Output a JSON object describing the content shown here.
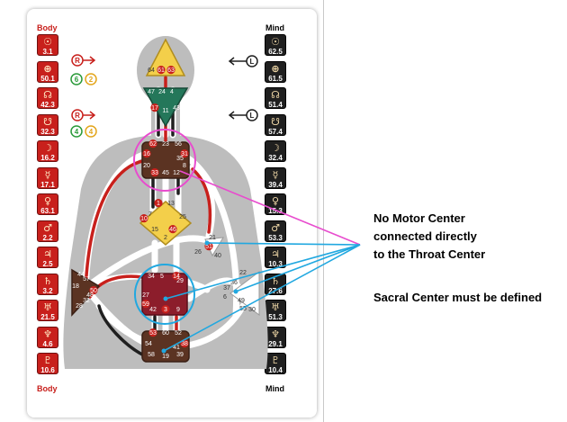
{
  "column_titles": {
    "left_top": "Body",
    "left_bottom": "Body",
    "right_top": "Mind",
    "right_bottom": "Mind"
  },
  "body_column": [
    {
      "icon": "sun-icon",
      "glyph": "☉",
      "value": "3.1"
    },
    {
      "icon": "earth-icon",
      "glyph": "⊕",
      "value": "50.1"
    },
    {
      "icon": "north-node-icon",
      "glyph": "☊",
      "value": "42.3"
    },
    {
      "icon": "south-node-icon",
      "glyph": "☋",
      "value": "32.3"
    },
    {
      "icon": "moon-icon",
      "glyph": "☽",
      "value": "16.2"
    },
    {
      "icon": "mercury-icon",
      "glyph": "☿",
      "value": "17.1"
    },
    {
      "icon": "venus-icon",
      "glyph": "♀",
      "value": "63.1"
    },
    {
      "icon": "mars-icon",
      "glyph": "♂",
      "value": "2.2"
    },
    {
      "icon": "jupiter-icon",
      "glyph": "♃",
      "value": "2.5"
    },
    {
      "icon": "saturn-icon",
      "glyph": "♄",
      "value": "3.2"
    },
    {
      "icon": "uranus-icon",
      "glyph": "♅",
      "value": "21.5"
    },
    {
      "icon": "neptune-icon",
      "glyph": "♆",
      "value": "4.6"
    },
    {
      "icon": "pluto-icon",
      "glyph": "♇",
      "value": "10.6"
    }
  ],
  "mind_column": [
    {
      "icon": "sun-icon",
      "glyph": "☉",
      "value": "62.5"
    },
    {
      "icon": "earth-icon",
      "glyph": "⊕",
      "value": "61.5"
    },
    {
      "icon": "north-node-icon",
      "glyph": "☊",
      "value": "51.4"
    },
    {
      "icon": "south-node-icon",
      "glyph": "☋",
      "value": "57.4"
    },
    {
      "icon": "moon-icon",
      "glyph": "☽",
      "value": "32.4"
    },
    {
      "icon": "mercury-icon",
      "glyph": "☿",
      "value": "39.4"
    },
    {
      "icon": "venus-icon",
      "glyph": "♀",
      "value": "15.3"
    },
    {
      "icon": "mars-icon",
      "glyph": "♂",
      "value": "53.3"
    },
    {
      "icon": "jupiter-icon",
      "glyph": "♃",
      "value": "10.3"
    },
    {
      "icon": "saturn-icon",
      "glyph": "♄",
      "value": "27.6"
    },
    {
      "icon": "uranus-icon",
      "glyph": "♅",
      "value": "51.3"
    },
    {
      "icon": "neptune-icon",
      "glyph": "♆",
      "value": "29.1"
    },
    {
      "icon": "pluto-icon",
      "glyph": "♇",
      "value": "10.4"
    }
  ],
  "variables": {
    "left_top_letter": "R",
    "left_top_n1": "6",
    "left_top_n2": "2",
    "left_bottom_letter": "R",
    "left_bottom_n1": "4",
    "left_bottom_n2": "4",
    "right_top_letter": "L",
    "right_bottom_letter": "L"
  },
  "gates": {
    "head": [
      "64",
      "61",
      "63"
    ],
    "ajna": [
      "47",
      "24",
      "4",
      "17",
      "11",
      "43"
    ],
    "throat": [
      "62",
      "23",
      "56",
      "16",
      "20",
      "31",
      "8",
      "33",
      "45",
      "12",
      "35"
    ],
    "g_center": [
      "1",
      "13",
      "7",
      "25",
      "10",
      "15",
      "46",
      "2"
    ],
    "ego": [
      "21",
      "51",
      "26",
      "40"
    ],
    "sacral": [
      "34",
      "5",
      "14",
      "29",
      "27",
      "59",
      "42",
      "3",
      "9"
    ],
    "spleen": [
      "57",
      "50",
      "32",
      "28",
      "18",
      "44",
      "48"
    ],
    "solar_plexus": [
      "22",
      "36",
      "37",
      "6",
      "49",
      "55",
      "30"
    ],
    "root": [
      "53",
      "60",
      "52",
      "54",
      "38",
      "58",
      "19",
      "39",
      "41"
    ]
  },
  "annotations": {
    "line1": "No Motor Center",
    "line2": "connected directly",
    "line3": "to the Throat Center",
    "line4": "Sacral Center must be defined"
  },
  "colors": {
    "defined_red": "#c8201c",
    "personality_black": "#1f1f1f",
    "highlight_pink": "#e84cce",
    "highlight_cyan": "#21a8e0",
    "head_yellow": "#f3cf4a",
    "ajna_green": "#24775a",
    "center_brown": "#5b3322",
    "sacral_red": "#8c1d2b"
  }
}
